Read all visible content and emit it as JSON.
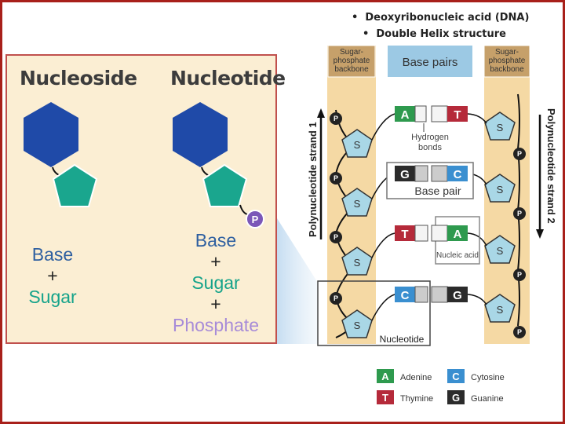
{
  "title_bullets": {
    "bullet1": "Deoxyribonucleic acid (DNA)",
    "bullet2": "Double Helix structure"
  },
  "left_panel": {
    "nucleoside_heading": "Nucleoside",
    "nucleotide_heading": "Nucleotide",
    "phosphate_symbol": "P",
    "nucleoside_formula": {
      "base": "Base",
      "plus": "+",
      "sugar": "Sugar"
    },
    "nucleotide_formula": {
      "base": "Base",
      "plus1": "+",
      "sugar": "Sugar",
      "plus2": "+",
      "phosphate": "Phosphate"
    }
  },
  "dna_diagram": {
    "backbone_left": "Sugar-\nphosphate\nbackbone",
    "base_pairs_header": "Base pairs",
    "backbone_right": "Sugar-\nphosphate\nbackbone",
    "strand1_label": "Polynucleotide strand 1",
    "strand2_label": "Polynucleotide strand 2",
    "hydrogen_bonds": "Hydrogen\nbonds",
    "base_pair_label": "Base pair",
    "nucleic_acid_label": "Nucleic acid",
    "nucleotide_label": "Nucleotide",
    "sugar_symbol": "S",
    "phosphate_symbol": "P",
    "pairs": [
      {
        "left": "A",
        "right": "T"
      },
      {
        "left": "G",
        "right": "C"
      },
      {
        "left": "T",
        "right": "A"
      },
      {
        "left": "C",
        "right": "G"
      }
    ]
  },
  "legend": [
    {
      "letter": "A",
      "name": "Adenine",
      "color": "#2e9a4e"
    },
    {
      "letter": "C",
      "name": "Cytosine",
      "color": "#3a8fd0"
    },
    {
      "letter": "T",
      "name": "Thymine",
      "color": "#b52a3a"
    },
    {
      "letter": "G",
      "name": "Guanine",
      "color": "#2b2b2b"
    }
  ],
  "colors": {
    "base_hexagon": "#1f4aa8",
    "sugar_pentagon": "#1aa68e",
    "phosphate_circle": "#7b57b8",
    "backbone_band": "#f5d9a4",
    "dna_sugar": "#a9d7e6",
    "adenine": "#2e9a4e",
    "thymine": "#b52a3a",
    "cytosine": "#3a8fd0",
    "guanine": "#2b2b2b"
  }
}
